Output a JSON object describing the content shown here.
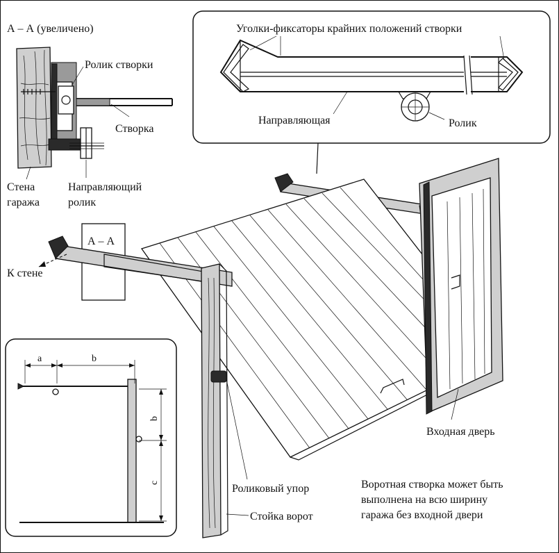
{
  "section_view": {
    "title": "А – А (увеличено)",
    "label_roller": "Ролик створки",
    "label_leaf": "Створка",
    "label_wall_1": "Стена",
    "label_wall_2": "гаража",
    "label_guide_roller_1": "Направляющий",
    "label_guide_roller_2": "ролик"
  },
  "detail_box": {
    "label_stops": "Уголки-фиксаторы крайних положений створки",
    "label_guide": "Направляющая",
    "label_roller": "Ролик"
  },
  "main_view": {
    "section_marker": "А – А",
    "label_to_wall": "К стене",
    "label_roller_stop": "Роликовый упор",
    "label_post": "Стойка ворот",
    "label_entry_door": "Входная дверь",
    "note": [
      "Воротная створка может быть",
      "выполнена на всю ширину",
      "гаража без входной двери"
    ]
  },
  "dimension_box": {
    "dim_a": "a",
    "dim_b_horizontal": "b",
    "dim_b_vertical": "b",
    "dim_c": "c"
  }
}
